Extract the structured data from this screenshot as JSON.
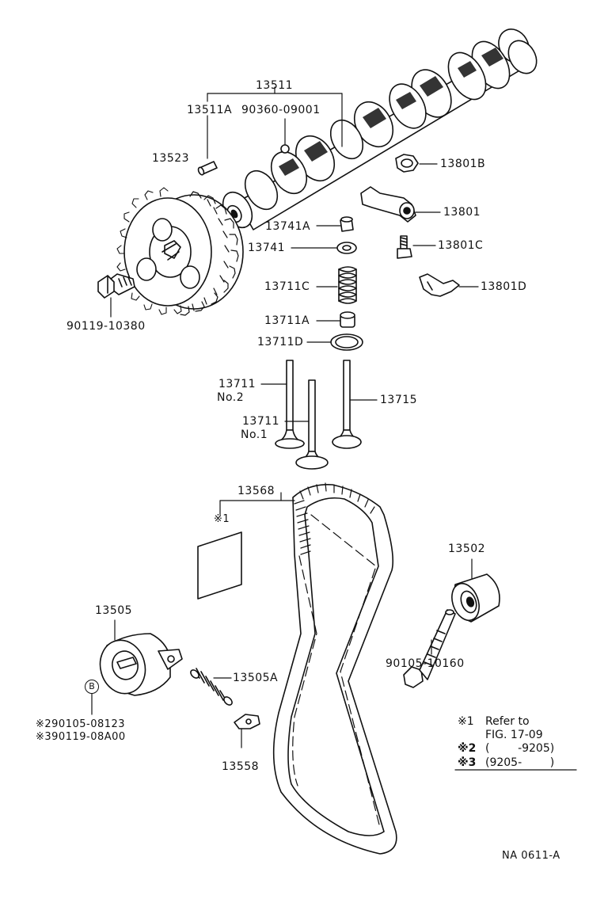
{
  "parts": {
    "camshaft_assy": "13511",
    "pin": "13511A",
    "ball": "90360-09001",
    "cam_pulley": "13523",
    "pulley_bolt": "90119-10380",
    "adjusting_nut": "13801B",
    "rocker_arm": "13801",
    "adjusting_screw": "13801C",
    "rocker_spring": "13801D",
    "valve_keeper": "13741A",
    "spring_retainer": "13741",
    "valve_spring": "13711C",
    "valve_stem_seal": "13711A",
    "spring_seat": "13711D",
    "intake_valve_no2_num": "13711",
    "intake_valve_no2_tag": "No.2",
    "intake_valve_no1_num": "13711",
    "intake_valve_no1_tag": "No.1",
    "exhaust_valve": "13715",
    "timing_belt": "13568",
    "idler_pulley": "13502",
    "idler_bolt": "90105-10160",
    "tensioner": "13505",
    "tensioner_spring": "13505A",
    "tensioner_bracket": "13558",
    "tensioner_bolt_2": "※290105-08123",
    "tensioner_bolt_3": "※390119-08A00",
    "belt_label_note": "※1",
    "circle_b": "B"
  },
  "notes": {
    "n1_mark": "※1",
    "n1_text": "Refer to",
    "n1_text2": "FIG. 17-09",
    "n2_mark": "※2",
    "n2_text": "(        -9205)",
    "n3_mark": "※3",
    "n3_text": "(9205-        )"
  },
  "figure_ref": "NA 0611-A"
}
